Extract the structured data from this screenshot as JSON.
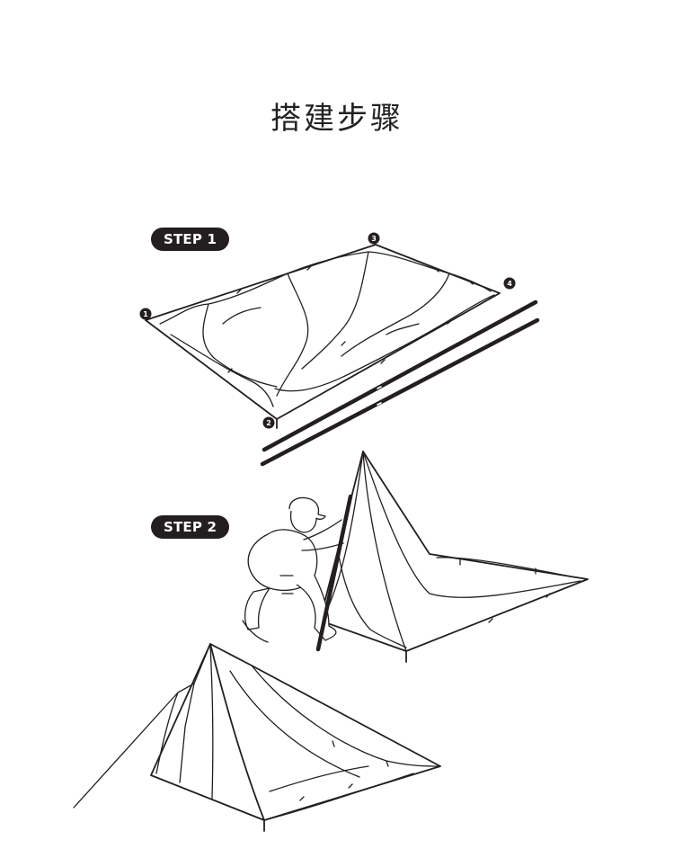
{
  "title": "搭建步骤",
  "steps": [
    {
      "label": "STEP 1"
    },
    {
      "label": "STEP 2"
    }
  ],
  "corner_markers": [
    "1",
    "2",
    "3",
    "4"
  ]
}
